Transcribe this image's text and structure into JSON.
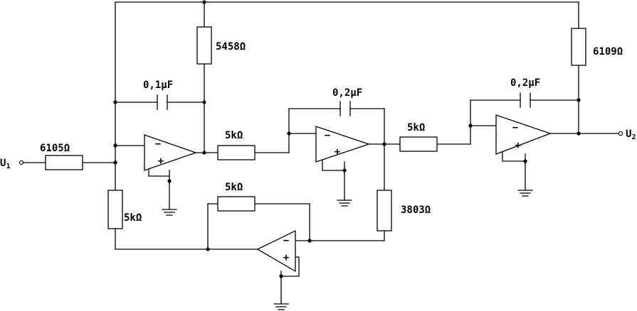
{
  "labels": {
    "input": "U",
    "input_sub": "1",
    "output": "U",
    "output_sub": "2",
    "r_input": "6105Ω",
    "r_top1": "5458Ω",
    "r_top2": "6109Ω",
    "r_left_shunt": "5kΩ",
    "r_mid1": "5kΩ",
    "r_mid2": "5kΩ",
    "r_feedback": "5kΩ",
    "r_shunt2": "3803Ω",
    "c1": "0,1μF",
    "c2": "0,2μF",
    "c3": "0,2μF"
  },
  "opamp_signs": {
    "minus": "−",
    "plus": "+"
  }
}
